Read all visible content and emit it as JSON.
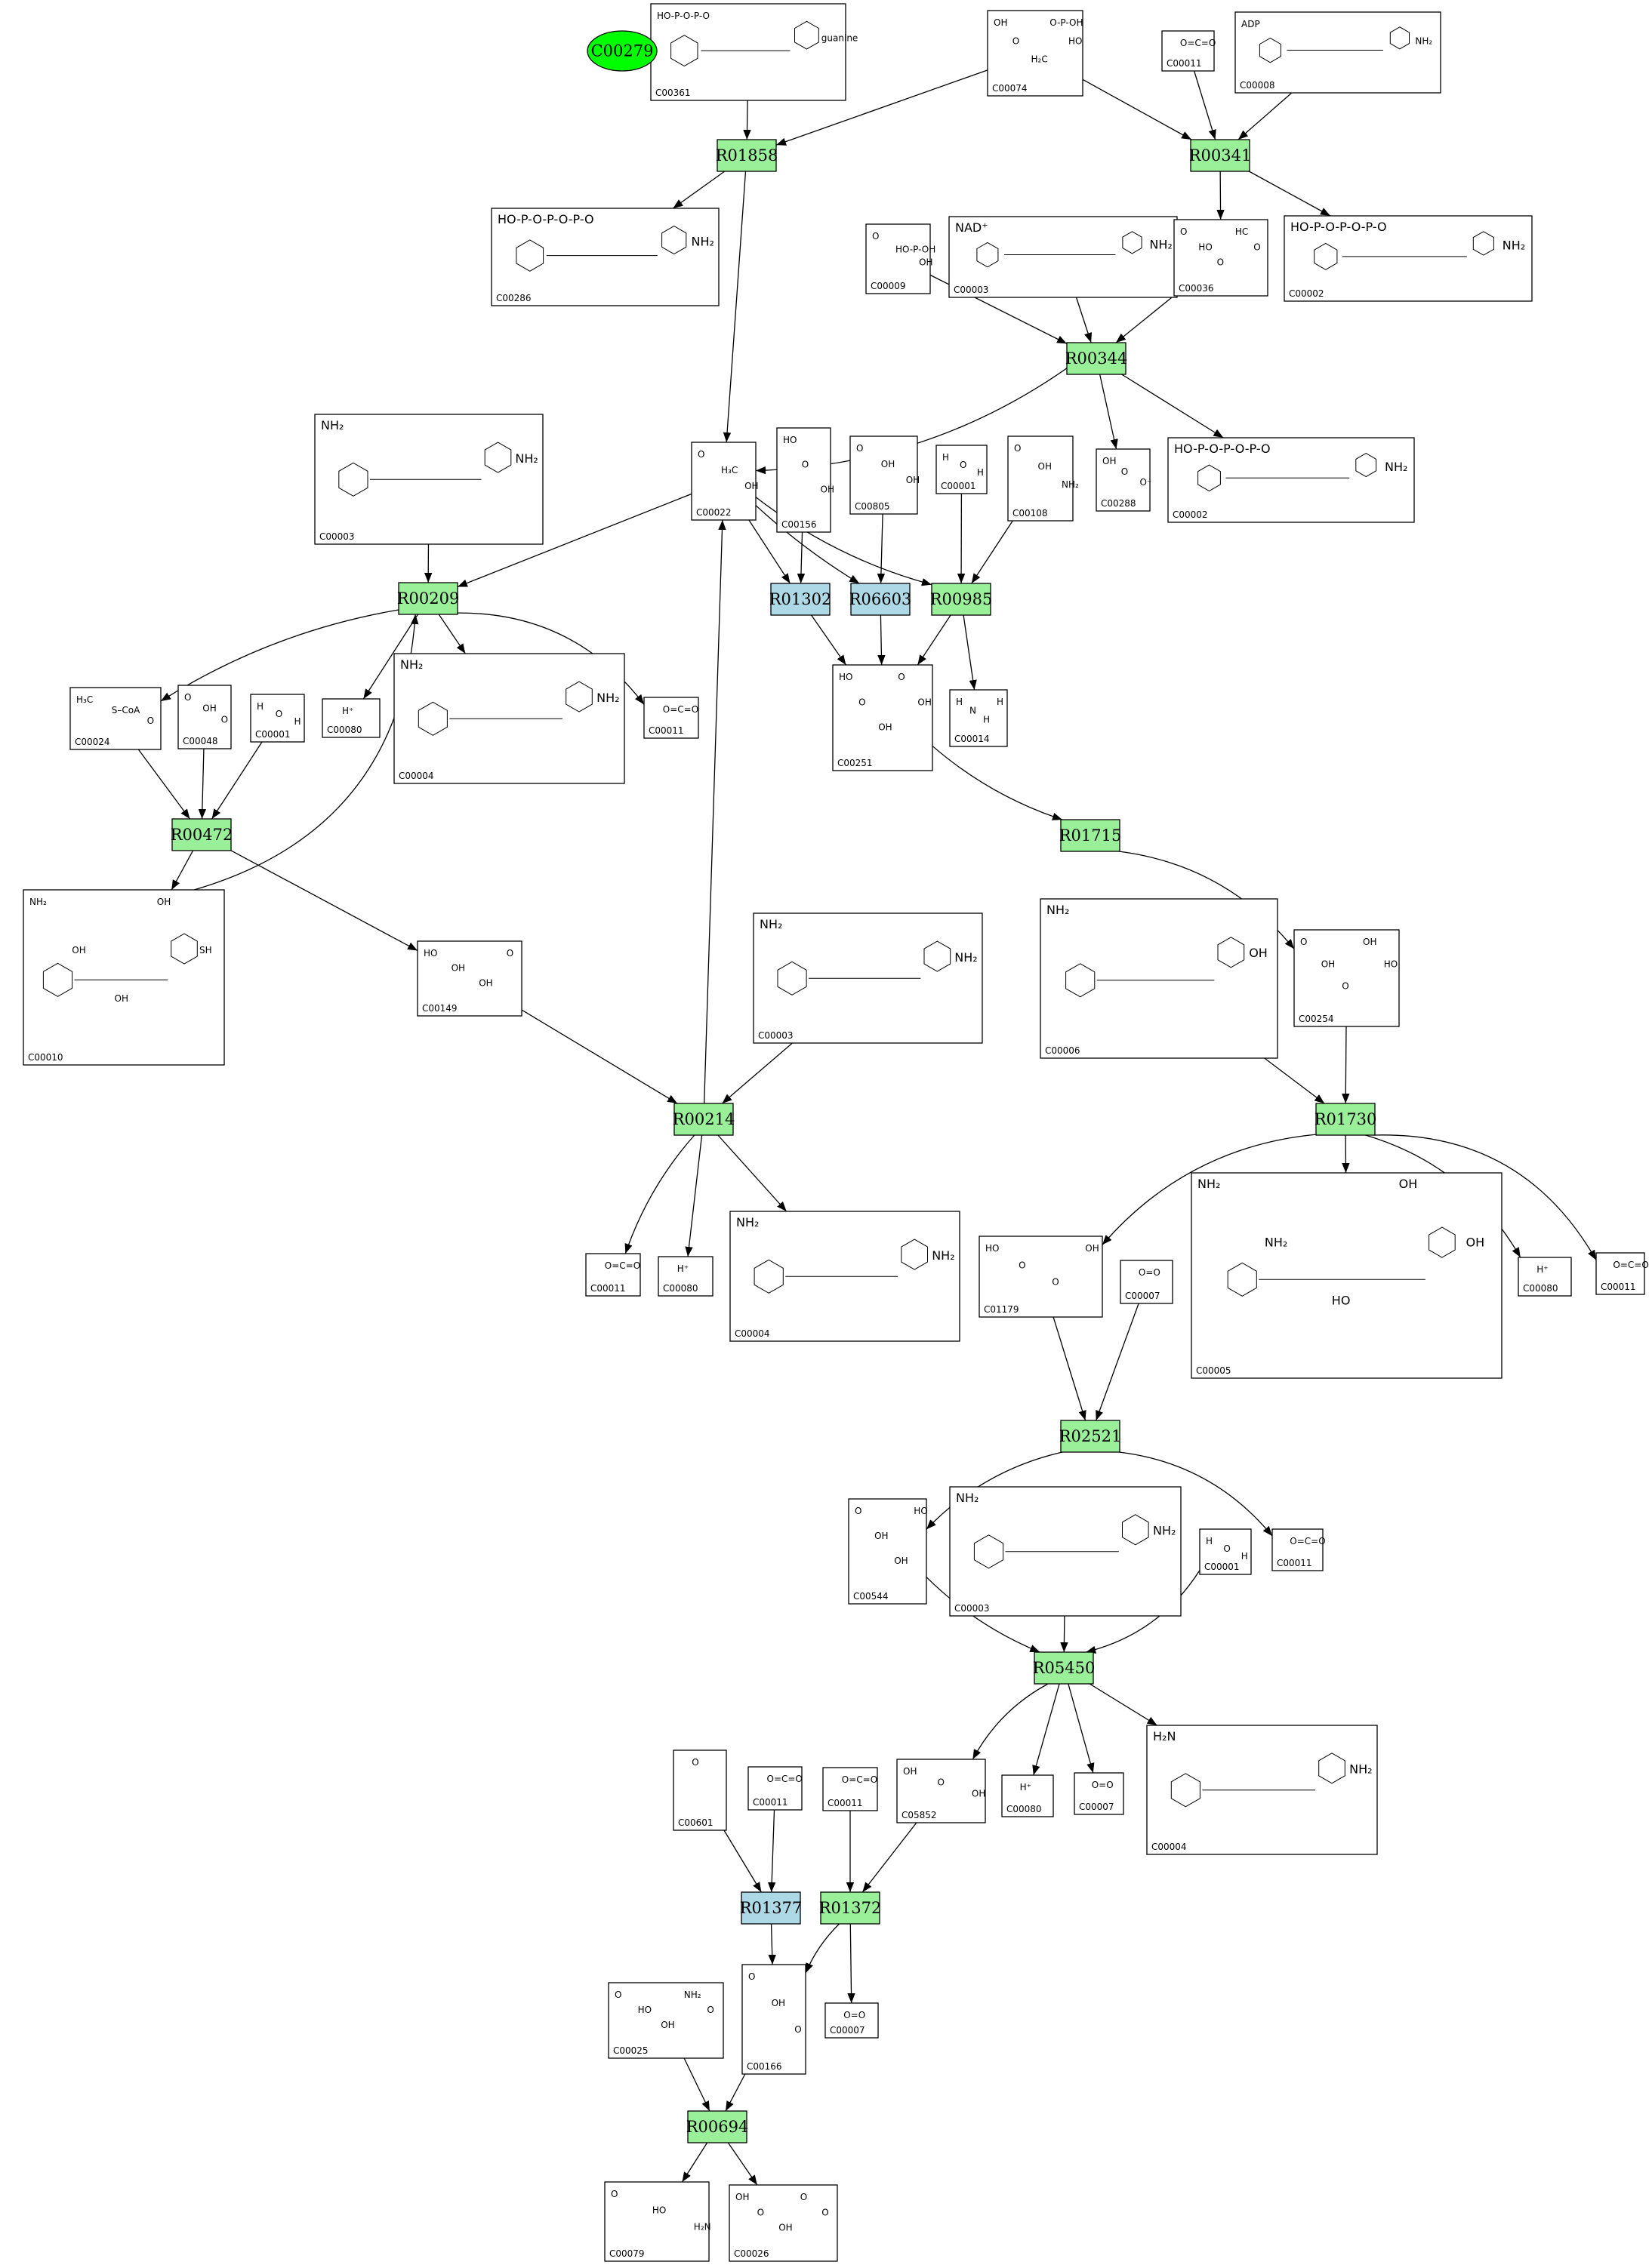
{
  "colors": {
    "reaction_green": "#99f099",
    "reaction_blue": "#add8e6",
    "highlight_compound": "#00ff00",
    "edge": "#000000"
  },
  "highlight": {
    "id": "C00279",
    "label": "C00279"
  },
  "reactions": [
    {
      "id": "R01858",
      "label": "R01858",
      "color": "green"
    },
    {
      "id": "R00341",
      "label": "R00341",
      "color": "green"
    },
    {
      "id": "R00344",
      "label": "R00344",
      "color": "green"
    },
    {
      "id": "R00209",
      "label": "R00209",
      "color": "green"
    },
    {
      "id": "R01302",
      "label": "R01302",
      "color": "blue"
    },
    {
      "id": "R06603",
      "label": "R06603",
      "color": "blue"
    },
    {
      "id": "R00985",
      "label": "R00985",
      "color": "green"
    },
    {
      "id": "R00472",
      "label": "R00472",
      "color": "green"
    },
    {
      "id": "R01715",
      "label": "R01715",
      "color": "green"
    },
    {
      "id": "R00214",
      "label": "R00214",
      "color": "green"
    },
    {
      "id": "R01730",
      "label": "R01730",
      "color": "green"
    },
    {
      "id": "R02521",
      "label": "R02521",
      "color": "green"
    },
    {
      "id": "R05450",
      "label": "R05450",
      "color": "green"
    },
    {
      "id": "R01377",
      "label": "R01377",
      "color": "blue"
    },
    {
      "id": "R01372",
      "label": "R01372",
      "color": "green"
    },
    {
      "id": "R00694",
      "label": "R00694",
      "color": "green"
    }
  ],
  "compounds": [
    {
      "key": "c00361",
      "label": "C00361",
      "text": [
        "HO-P-O-P-O",
        "guanine"
      ]
    },
    {
      "key": "c00074",
      "label": "C00074",
      "text": [
        "OH",
        "O",
        "H₂C",
        "O-P-OH",
        "HO"
      ]
    },
    {
      "key": "c00011a",
      "label": "C00011",
      "text": [
        "O=C=O"
      ]
    },
    {
      "key": "c00008",
      "label": "C00008",
      "text": [
        "ADP",
        "NH₂"
      ]
    },
    {
      "key": "c00286",
      "label": "C00286",
      "text": [
        "HO-P-O-P-O-P-O",
        "NH₂"
      ]
    },
    {
      "key": "c00009",
      "label": "C00009",
      "text": [
        "O",
        "HO-P-OH",
        "OH"
      ]
    },
    {
      "key": "c00003a",
      "label": "C00003",
      "text": [
        "NAD⁺",
        "NH₂"
      ]
    },
    {
      "key": "c00036",
      "label": "C00036",
      "text": [
        "O",
        "HO",
        "O",
        "HC",
        "O"
      ]
    },
    {
      "key": "c00002a",
      "label": "C00002",
      "text": [
        "HO-P-O-P-O-P-O",
        "NH₂"
      ]
    },
    {
      "key": "c00003b",
      "label": "C00003",
      "text": [
        "NH₂",
        "NH₂"
      ]
    },
    {
      "key": "c00022",
      "label": "C00022",
      "text": [
        "O",
        "H₃C",
        "OH"
      ]
    },
    {
      "key": "c00156",
      "label": "C00156",
      "text": [
        "HO",
        "O",
        "OH"
      ]
    },
    {
      "key": "c00805",
      "label": "C00805",
      "text": [
        "O",
        "OH",
        "OH"
      ]
    },
    {
      "key": "c00001a",
      "label": "C00001",
      "text": [
        "H",
        "O",
        "H"
      ]
    },
    {
      "key": "c00108",
      "label": "C00108",
      "text": [
        "O",
        "OH",
        "NH₂"
      ]
    },
    {
      "key": "c00288",
      "label": "C00288",
      "text": [
        "OH",
        "O",
        "O⁻"
      ]
    },
    {
      "key": "c00002b",
      "label": "C00002",
      "text": [
        "HO-P-O-P-O-P-O",
        "NH₂"
      ]
    },
    {
      "key": "c00024",
      "label": "C00024",
      "text": [
        "H₃C",
        "S–CoA",
        "O"
      ]
    },
    {
      "key": "c00048",
      "label": "C00048",
      "text": [
        "O",
        "OH",
        "O"
      ]
    },
    {
      "key": "c00001b",
      "label": "C00001",
      "text": [
        "H",
        "O",
        "H"
      ]
    },
    {
      "key": "c00080a",
      "label": "C00080",
      "text": [
        "H⁺"
      ]
    },
    {
      "key": "c00004a",
      "label": "C00004",
      "text": [
        "NH₂",
        "NH₂"
      ]
    },
    {
      "key": "c00011b",
      "label": "C00011",
      "text": [
        "O=C=O"
      ]
    },
    {
      "key": "c00251",
      "label": "C00251",
      "text": [
        "HO",
        "O",
        "OH",
        "O",
        "OH"
      ]
    },
    {
      "key": "c00014",
      "label": "C00014",
      "text": [
        "H",
        "N",
        "H",
        "H"
      ]
    },
    {
      "key": "c00010",
      "label": "C00010",
      "text": [
        "NH₂",
        "OH",
        "OH",
        "OH",
        "SH"
      ]
    },
    {
      "key": "c00149",
      "label": "C00149",
      "text": [
        "HO",
        "OH",
        "OH",
        "O"
      ]
    },
    {
      "key": "c00003c",
      "label": "C00003",
      "text": [
        "NH₂",
        "NH₂"
      ]
    },
    {
      "key": "c00006",
      "label": "C00006",
      "text": [
        "NH₂",
        "OH"
      ]
    },
    {
      "key": "c00254",
      "label": "C00254",
      "text": [
        "O",
        "OH",
        "O",
        "OH",
        "HO"
      ]
    },
    {
      "key": "c00011c",
      "label": "C00011",
      "text": [
        "O=C=O"
      ]
    },
    {
      "key": "c00080b",
      "label": "C00080",
      "text": [
        "H⁺"
      ]
    },
    {
      "key": "c00004b",
      "label": "C00004",
      "text": [
        "NH₂",
        "NH₂"
      ]
    },
    {
      "key": "c01179",
      "label": "C01179",
      "text": [
        "HO",
        "O",
        "O",
        "OH"
      ]
    },
    {
      "key": "c00007a",
      "label": "C00007",
      "text": [
        "O=O"
      ]
    },
    {
      "key": "c00005",
      "label": "C00005",
      "text": [
        "NH₂",
        "NH₂",
        "HO",
        "OH",
        "OH"
      ]
    },
    {
      "key": "c00080c",
      "label": "C00080",
      "text": [
        "H⁺"
      ]
    },
    {
      "key": "c00011d",
      "label": "C00011",
      "text": [
        "O=C=O"
      ]
    },
    {
      "key": "c00544",
      "label": "C00544",
      "text": [
        "O",
        "OH",
        "OH",
        "HO"
      ]
    },
    {
      "key": "c00003d",
      "label": "C00003",
      "text": [
        "NH₂",
        "NH₂"
      ]
    },
    {
      "key": "c00001c",
      "label": "C00001",
      "text": [
        "H",
        "O",
        "H"
      ]
    },
    {
      "key": "c00011e",
      "label": "C00011",
      "text": [
        "O=C=O"
      ]
    },
    {
      "key": "c00601",
      "label": "C00601",
      "text": [
        "O"
      ]
    },
    {
      "key": "c00011f",
      "label": "C00011",
      "text": [
        "O=C=O"
      ]
    },
    {
      "key": "c00011g",
      "label": "C00011",
      "text": [
        "O=C=O"
      ]
    },
    {
      "key": "c05852",
      "label": "C05852",
      "text": [
        "OH",
        "O",
        "OH"
      ]
    },
    {
      "key": "c00080d",
      "label": "C00080",
      "text": [
        "H⁺"
      ]
    },
    {
      "key": "c00007b",
      "label": "C00007",
      "text": [
        "O=O"
      ]
    },
    {
      "key": "c00004c",
      "label": "C00004",
      "text": [
        "H₂N",
        "NH₂"
      ]
    },
    {
      "key": "c00166",
      "label": "C00166",
      "text": [
        "O",
        "OH",
        "O"
      ]
    },
    {
      "key": "c00007c",
      "label": "C00007",
      "text": [
        "O=O"
      ]
    },
    {
      "key": "c00025",
      "label": "C00025",
      "text": [
        "O",
        "HO",
        "OH",
        "NH₂",
        "O"
      ]
    },
    {
      "key": "c00079",
      "label": "C00079",
      "text": [
        "O",
        "HO",
        "H₂N"
      ]
    },
    {
      "key": "c00026",
      "label": "C00026",
      "text": [
        "OH",
        "O",
        "OH",
        "O",
        "O"
      ]
    }
  ]
}
